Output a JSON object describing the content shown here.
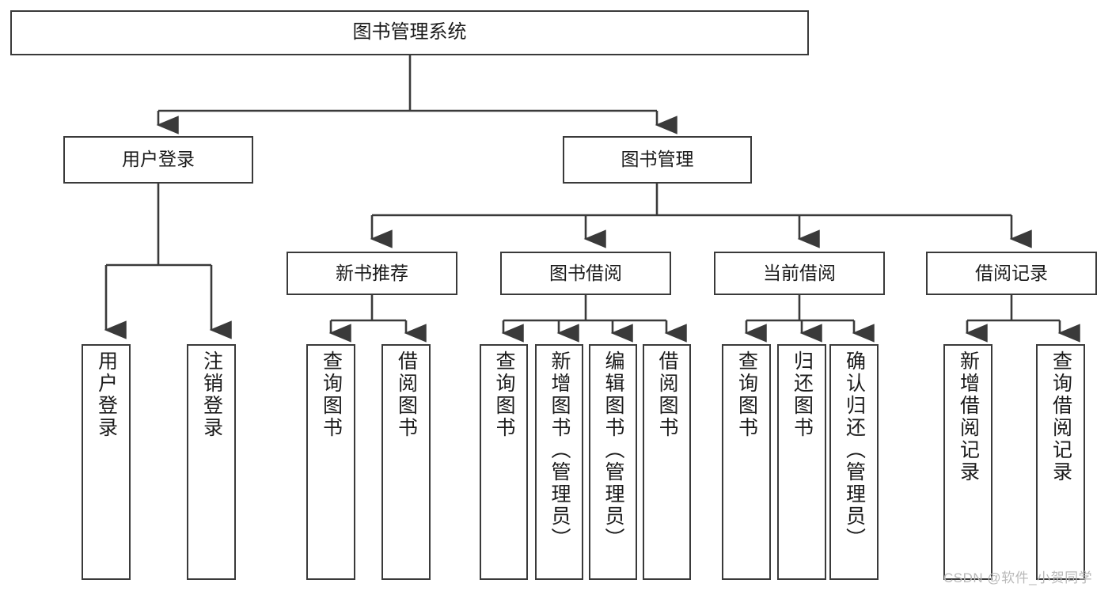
{
  "diagram": {
    "title": "图书管理系统",
    "type": "tree-hierarchy",
    "watermark": "CSDN @软件_小贺同学",
    "colors": {
      "box_border": "#3a3a3a",
      "box_fill": "#ffffff",
      "connector": "#3a3a3a",
      "text": "#1b1b1b",
      "watermark": "#b9b9b9",
      "background": "#ffffff"
    }
  },
  "nodes": {
    "root": {
      "label": "图书管理系统"
    },
    "level1": [
      {
        "label": "用户登录"
      },
      {
        "label": "图书管理"
      }
    ],
    "level2": [
      {
        "label": "新书推荐"
      },
      {
        "label": "图书借阅"
      },
      {
        "label": "当前借阅"
      },
      {
        "label": "借阅记录"
      }
    ],
    "leaves": {
      "user_login": [
        {
          "label": "用户登录"
        },
        {
          "label": "注销登录"
        }
      ],
      "new_book_recommend": [
        {
          "label": "查询图书"
        },
        {
          "label": "借阅图书"
        }
      ],
      "book_borrow": [
        {
          "label": "查询图书"
        },
        {
          "label": "新增图书（管理员）"
        },
        {
          "label": "编辑图书（管理员）"
        },
        {
          "label": "借阅图书"
        }
      ],
      "current_borrow": [
        {
          "label": "查询图书"
        },
        {
          "label": "归还图书"
        },
        {
          "label": "确认归还（管理员）"
        }
      ],
      "borrow_record": [
        {
          "label": "新增借阅记录"
        },
        {
          "label": "查询借阅记录"
        }
      ]
    }
  }
}
